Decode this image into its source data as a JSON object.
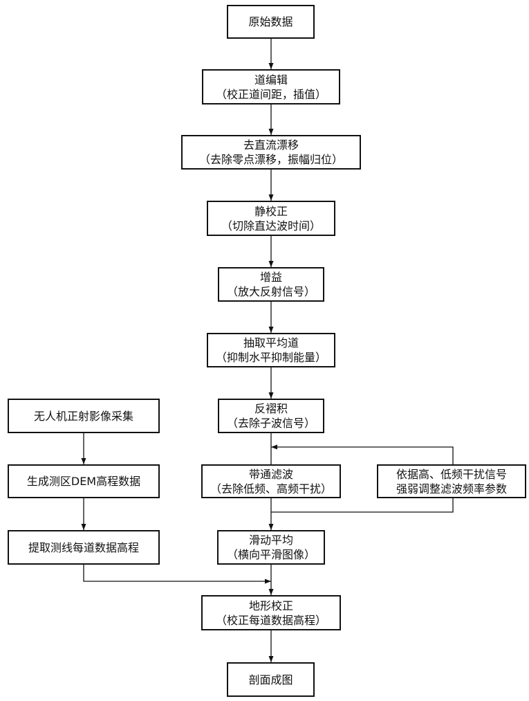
{
  "nodes": {
    "n1": {
      "title": "原始数据"
    },
    "n2": {
      "title": "道编辑",
      "subtitle": "（校正道间距，插值）"
    },
    "n3": {
      "title": "去直流漂移",
      "subtitle": "（去除零点漂移，振幅归位）"
    },
    "n4": {
      "title": "静校正",
      "subtitle": "（切除直达波时间）"
    },
    "n5": {
      "title": "增益",
      "subtitle": "（放大反射信号）"
    },
    "n6": {
      "title": "抽取平均道",
      "subtitle": "（抑制水平抑制能量）"
    },
    "n7": {
      "title": "反褶积",
      "subtitle": "（去除子波信号）"
    },
    "n8": {
      "title": "带通滤波",
      "subtitle": "（去除低频、高频干扰）"
    },
    "n9": {
      "title": "滑动平均",
      "subtitle": "（横向平滑图像）"
    },
    "n10": {
      "title": "地形校正",
      "subtitle": "（校正每道数据高程）"
    },
    "n11": {
      "title": "剖面成图"
    },
    "l1": {
      "title": "无人机正射影像采集"
    },
    "l2": {
      "title": "生成测区DEM高程数据"
    },
    "l3": {
      "title": "提取测线每道数据高程"
    },
    "r1": {
      "line1": "依据高、低频干扰信号",
      "line2": "强弱调整滤波频率参数"
    }
  }
}
